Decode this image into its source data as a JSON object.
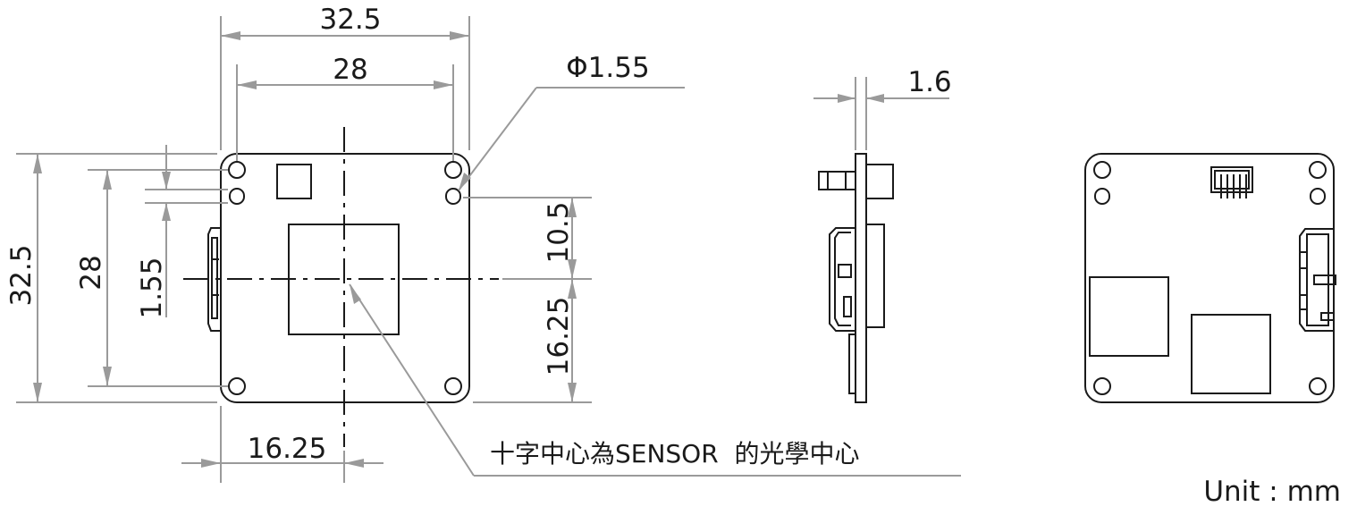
{
  "front_view": {
    "dim_width_outer": "32.5",
    "dim_width_holes": "28",
    "dim_height_outer": "32.5",
    "dim_height_holes": "28",
    "dim_slot": "1.55",
    "dim_hole_diameter": "Φ1.55",
    "dim_center_upper": "10.5",
    "dim_center_lower": "16.25",
    "dim_center_horizontal": "16.25",
    "note": "十字中心為SENSOR  的光學中心"
  },
  "side_view": {
    "dim_thickness": "1.6"
  },
  "units": "Unit : mm"
}
